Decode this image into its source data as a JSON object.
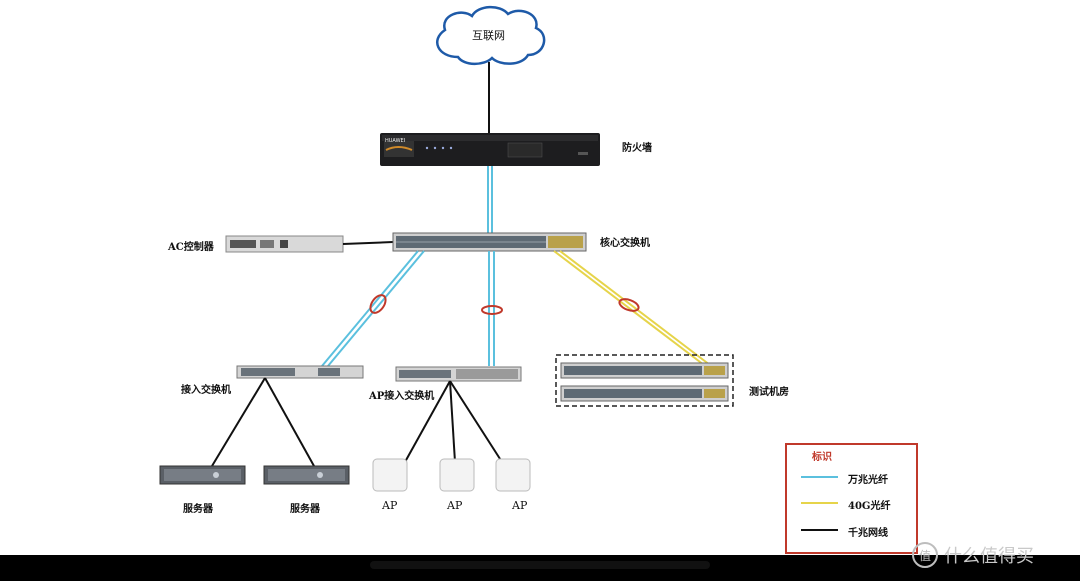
{
  "labels": {
    "internet": "互联网",
    "firewall": "防火墙",
    "core_switch": "核心交换机",
    "ac_controller": "AC控制器",
    "access_switch": "接入交换机",
    "ap_access_switch": "AP接入交换机",
    "test_room": "测试机房",
    "server_1": "服务器",
    "server_2": "服务器",
    "ap_1": "AP",
    "ap_2": "AP",
    "ap_3": "AP",
    "firewall_brand": "HUAWEI"
  },
  "legend": {
    "title": "标识",
    "items": [
      {
        "label": "万兆光纤",
        "color": "#5bc0de"
      },
      {
        "label": "40G光纤",
        "color": "#e6d44a"
      },
      {
        "label": "千兆网线",
        "color": "#111111"
      }
    ]
  },
  "colors": {
    "ten_g_fiber": "#5bc0de",
    "forty_g_fiber": "#e6d44a",
    "gigabit_cable": "#111111",
    "aggregation_ring": "#c0392b",
    "legend_border": "#c0392b"
  },
  "watermark": {
    "text": "什么值得买",
    "icon": "值"
  }
}
